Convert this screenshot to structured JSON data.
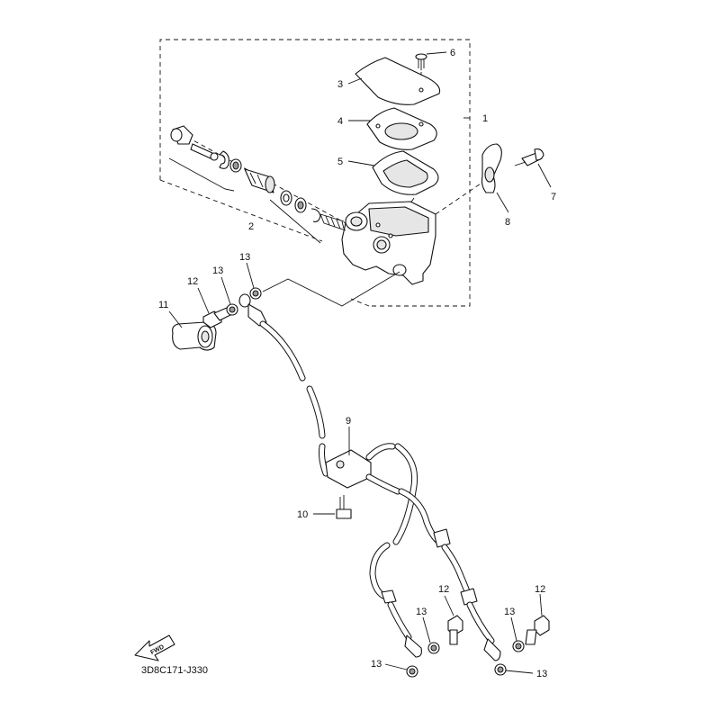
{
  "diagram": {
    "code": "3D8C171-J330",
    "fwd_label": "FWD",
    "callouts": {
      "c1": "1",
      "c2": "2",
      "c3": "3",
      "c4": "4",
      "c5": "5",
      "c6": "6",
      "c7": "7",
      "c8": "8",
      "c9": "9",
      "c10": "10",
      "c11": "11",
      "c12a": "12",
      "c12b": "12",
      "c12c": "12",
      "c13a": "13",
      "c13b": "13",
      "c13c": "13",
      "c13d": "13",
      "c13e": "13",
      "c13f": "13"
    }
  }
}
